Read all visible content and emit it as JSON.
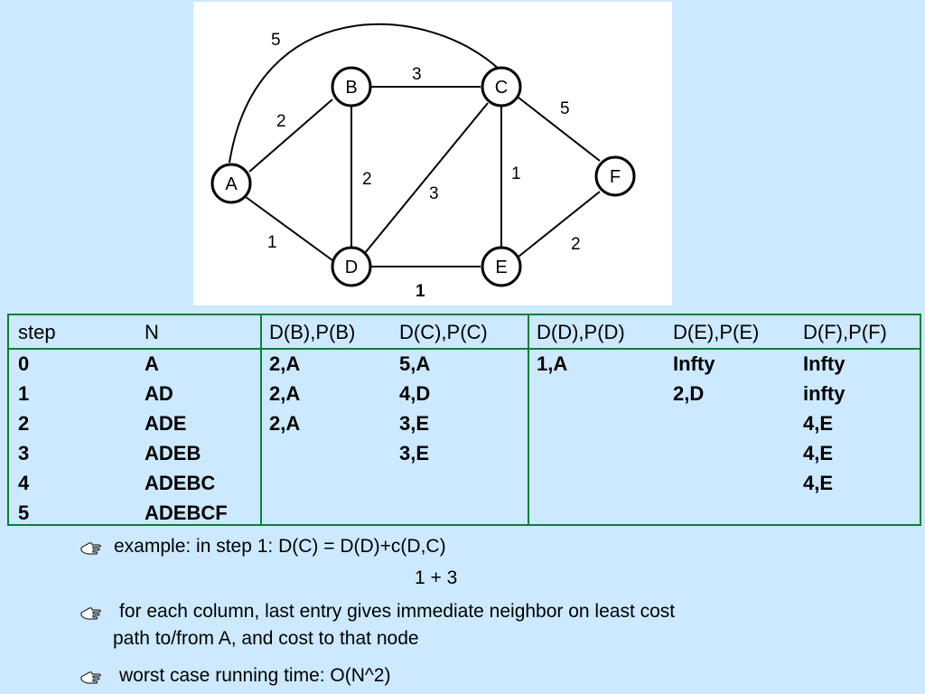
{
  "graph": {
    "nodes": [
      {
        "id": "A",
        "label": "A"
      },
      {
        "id": "B",
        "label": "B"
      },
      {
        "id": "C",
        "label": "C"
      },
      {
        "id": "D",
        "label": "D"
      },
      {
        "id": "E",
        "label": "E"
      },
      {
        "id": "F",
        "label": "F"
      }
    ],
    "edges": [
      {
        "from": "A",
        "to": "C",
        "weight": "5"
      },
      {
        "from": "A",
        "to": "B",
        "weight": "2"
      },
      {
        "from": "B",
        "to": "C",
        "weight": "3"
      },
      {
        "from": "B",
        "to": "D",
        "weight": "2"
      },
      {
        "from": "D",
        "to": "C",
        "weight": "3"
      },
      {
        "from": "C",
        "to": "E",
        "weight": "1"
      },
      {
        "from": "C",
        "to": "F",
        "weight": "5"
      },
      {
        "from": "A",
        "to": "D",
        "weight": "1"
      },
      {
        "from": "D",
        "to": "E",
        "weight": "1"
      },
      {
        "from": "E",
        "to": "F",
        "weight": "2"
      }
    ]
  },
  "table": {
    "headers": [
      "step",
      "N",
      "D(B),P(B)",
      "D(C),P(C)",
      "D(D),P(D)",
      "D(E),P(E)",
      "D(F),P(F)"
    ],
    "rows": [
      [
        "0",
        "A",
        "2,A",
        "5,A",
        "1,A",
        "Infty",
        "Infty"
      ],
      [
        "1",
        "AD",
        "2,A",
        "4,D",
        "",
        "2,D",
        "infty"
      ],
      [
        "2",
        "ADE",
        "2,A",
        "3,E",
        "",
        "",
        "4,E"
      ],
      [
        "3",
        "ADEB",
        "",
        "3,E",
        "",
        "",
        "4,E"
      ],
      [
        "4",
        "ADEBC",
        "",
        "",
        "",
        "",
        "4,E"
      ],
      [
        "5",
        "ADEBCF",
        "",
        "",
        "",
        "",
        ""
      ]
    ]
  },
  "bullets": {
    "example_line": "example: in step 1: D(C) = D(D)+c(D,C)",
    "example_sum": "1  +   3",
    "column_line_1": "for each column, last entry gives immediate neighbor on least cost",
    "column_line_2": "path to/from A, and cost to that node",
    "worst_case": "worst case running time: O(N^2)",
    "icon": "pointing-hand-icon"
  }
}
